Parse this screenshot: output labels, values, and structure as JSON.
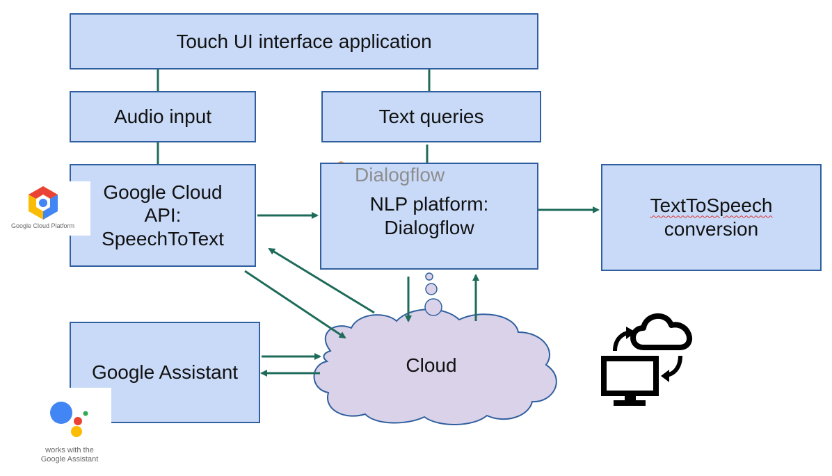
{
  "boxes": {
    "touch_ui": "Touch UI interface application",
    "audio_input": "Audio input",
    "text_queries": "Text queries",
    "google_cloud_api": {
      "line1": "Google Cloud",
      "line2": "API:",
      "line3": "SpeechToText"
    },
    "nlp": {
      "line1": "NLP platform:",
      "line2": "Dialogflow"
    },
    "tts": {
      "line1": "TextToSpeech",
      "line2": "conversion"
    },
    "google_assistant": "Google Assistant"
  },
  "cloud_label": "Cloud",
  "logos": {
    "dialogflow": "Dialogflow",
    "google_cloud_platform": "Google Cloud Platform",
    "google_assistant": {
      "line1": "works with the",
      "line2": "Google Assistant"
    }
  },
  "colors": {
    "box_fill": "#c9daf8",
    "box_border": "#2f5f9e",
    "arrow": "#1e6b5a",
    "cloud_fill": "#d9d2e9",
    "cloud_border": "#2f5f9e"
  }
}
